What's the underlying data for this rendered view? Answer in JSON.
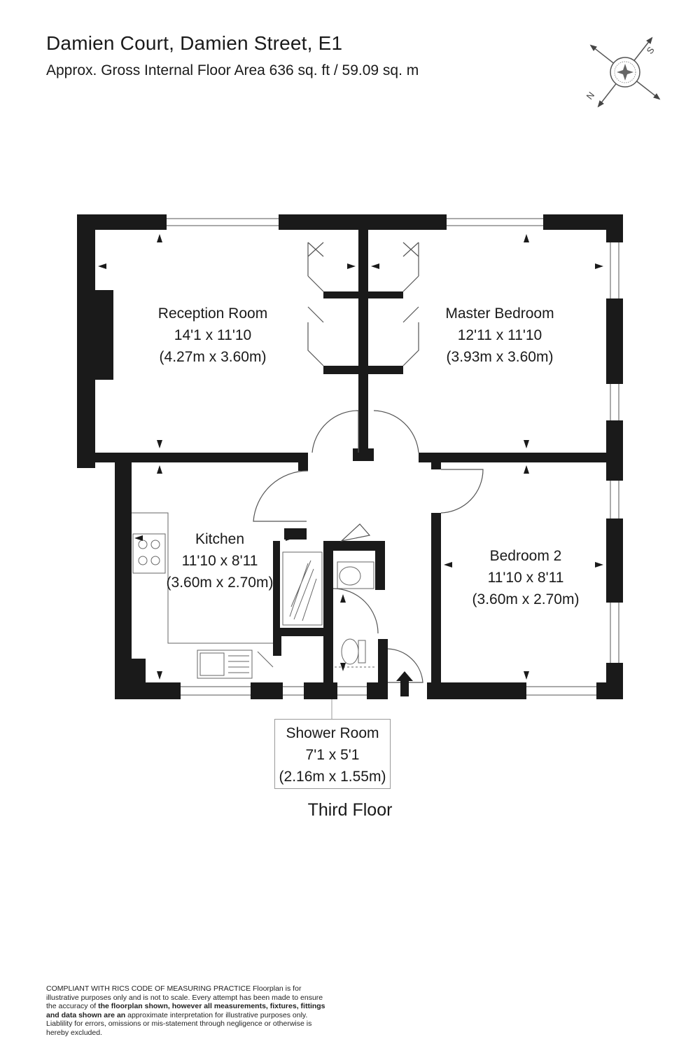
{
  "header": {
    "title": "Damien Court, Damien Street, E1",
    "subtitle": "Approx. Gross Internal Floor Area 636 sq. ft / 59.09 sq. m"
  },
  "compass": {
    "icon": "compass-icon",
    "north_label": "N",
    "south_label": "S"
  },
  "rooms": {
    "reception": {
      "name": "Reception Room",
      "imperial": "14'1 x 11'10",
      "metric": "(4.27m x 3.60m)"
    },
    "master": {
      "name": "Master Bedroom",
      "imperial": "12'11 x 11'10",
      "metric": "(3.93m x 3.60m)"
    },
    "kitchen": {
      "name": "Kitchen",
      "imperial": "11'10 x 8'11",
      "metric": "(3.60m x 2.70m)"
    },
    "bedroom2": {
      "name": "Bedroom 2",
      "imperial": "11'10 x 8'11",
      "metric": "(3.60m x 2.70m)"
    },
    "shower": {
      "name": "Shower Room",
      "imperial": "7'1 x 5'1",
      "metric": "(2.16m x 1.55m)"
    }
  },
  "floor_name": "Third Floor",
  "disclaimer": {
    "line1": "COMPLIANT WITH RICS CODE OF MEASURING PRACTICE  Floorplan is for illustrative purposes only and is not to scale. Every attempt has been made to ensure the accuracy of ",
    "bold": "the floorplan shown, however all measurements, fixtures, fittings and data shown are an",
    "line2": " approximate interpretation for illustrative purposes only. Liablility for errors, omissions or mis-statement through negligence or otherwise is hereby excluded."
  },
  "colors": {
    "wall": "#1a1a1a",
    "window": "#ffffff",
    "fixture_line": "#555555",
    "label_box_border": "#9a9a9a"
  }
}
